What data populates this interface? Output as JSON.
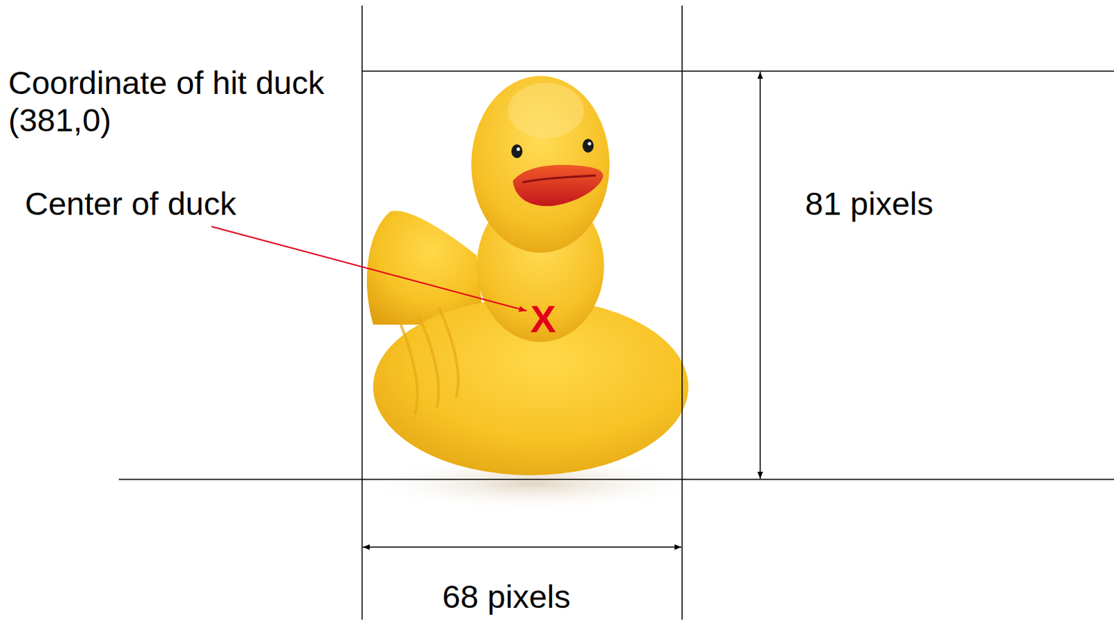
{
  "diagram": {
    "labels": [
      "Coordinate of hit duck (381,0)",
      "Center of duck",
      "X",
      "81 pixels",
      "68 pixels"
    ]
  }
}
